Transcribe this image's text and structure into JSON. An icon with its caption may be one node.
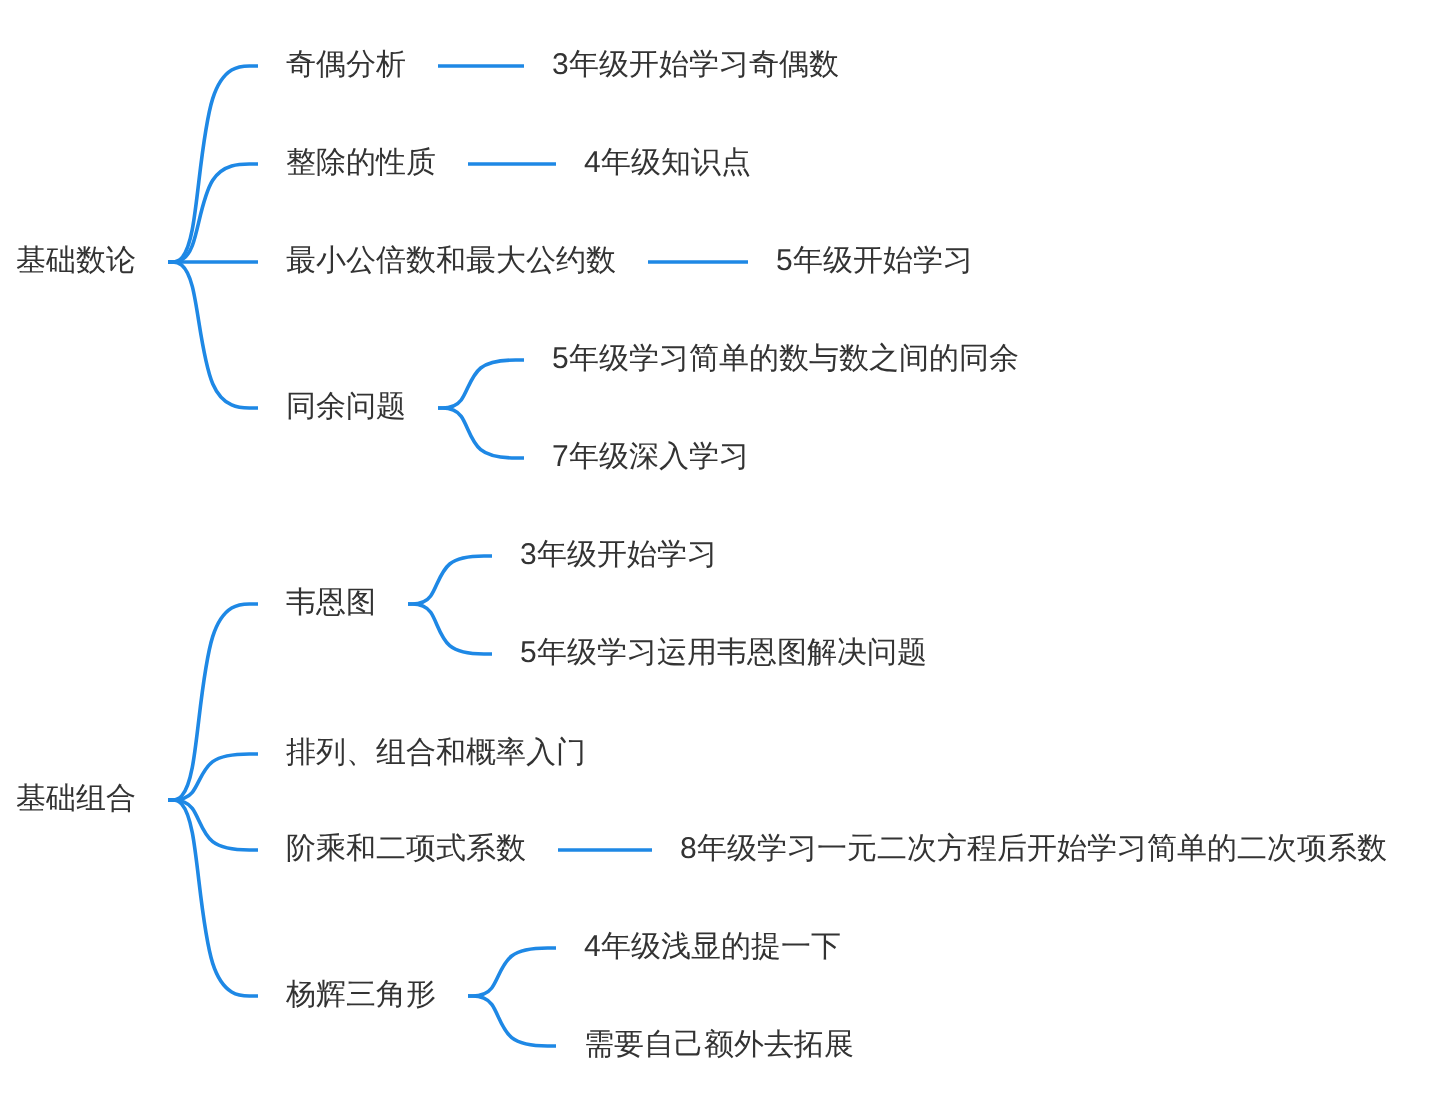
{
  "diagram": {
    "nodes": [
      {
        "text": [
          "基础数论"
        ]
      },
      {
        "text": [
          "奇偶分析"
        ]
      },
      {
        "text": [
          "3年级开始学习奇偶数"
        ]
      },
      {
        "text": [
          "整除的性质"
        ]
      },
      {
        "text": [
          "4年级知识点"
        ]
      },
      {
        "text": [
          "最小公倍数和最大公约数"
        ]
      },
      {
        "text": [
          "5年级开始学习"
        ]
      },
      {
        "text": [
          "同余问题"
        ]
      },
      {
        "text": [
          "5年级学习简单的数与数之间的同余"
        ]
      },
      {
        "text": [
          "7年级深入学习"
        ]
      },
      {
        "text": [
          "基础组合"
        ]
      },
      {
        "text": [
          "韦恩图"
        ]
      },
      {
        "text": [
          "3年级开始学习"
        ]
      },
      {
        "text": [
          "5年级学习运用韦恩图解决问题"
        ]
      },
      {
        "text": [
          "排列、组合和概率入门"
        ]
      },
      {
        "text": [
          "阶乘和二项式系数"
        ]
      },
      {
        "text": [
          "8年级学习一元二次方程后开始学习简单的二次项系数"
        ]
      },
      {
        "text": [
          "杨辉三角形"
        ]
      },
      {
        "text": [
          "4年级浅显的提一下"
        ]
      },
      {
        "text": [
          "需要自己额外去拓展"
        ]
      }
    ],
    "edges": [
      {
        "from": 0,
        "to": 1,
        "arrow": "none"
      },
      {
        "from": 0,
        "to": 3,
        "arrow": "none"
      },
      {
        "from": 0,
        "to": 5,
        "arrow": "none"
      },
      {
        "from": 0,
        "to": 7,
        "arrow": "none"
      },
      {
        "from": 1,
        "to": 2,
        "arrow": "none"
      },
      {
        "from": 3,
        "to": 4,
        "arrow": "none"
      },
      {
        "from": 5,
        "to": 6,
        "arrow": "none"
      },
      {
        "from": 7,
        "to": 8,
        "arrow": "none"
      },
      {
        "from": 7,
        "to": 9,
        "arrow": "none"
      },
      {
        "from": 10,
        "to": 11,
        "arrow": "none"
      },
      {
        "from": 10,
        "to": 14,
        "arrow": "none"
      },
      {
        "from": 10,
        "to": 15,
        "arrow": "none"
      },
      {
        "from": 10,
        "to": 17,
        "arrow": "none"
      },
      {
        "from": 11,
        "to": 12,
        "arrow": "none"
      },
      {
        "from": 11,
        "to": 13,
        "arrow": "none"
      },
      {
        "from": 15,
        "to": 16,
        "arrow": "none"
      },
      {
        "from": 17,
        "to": 18,
        "arrow": "none"
      },
      {
        "from": 17,
        "to": 19,
        "arrow": "none"
      }
    ]
  }
}
